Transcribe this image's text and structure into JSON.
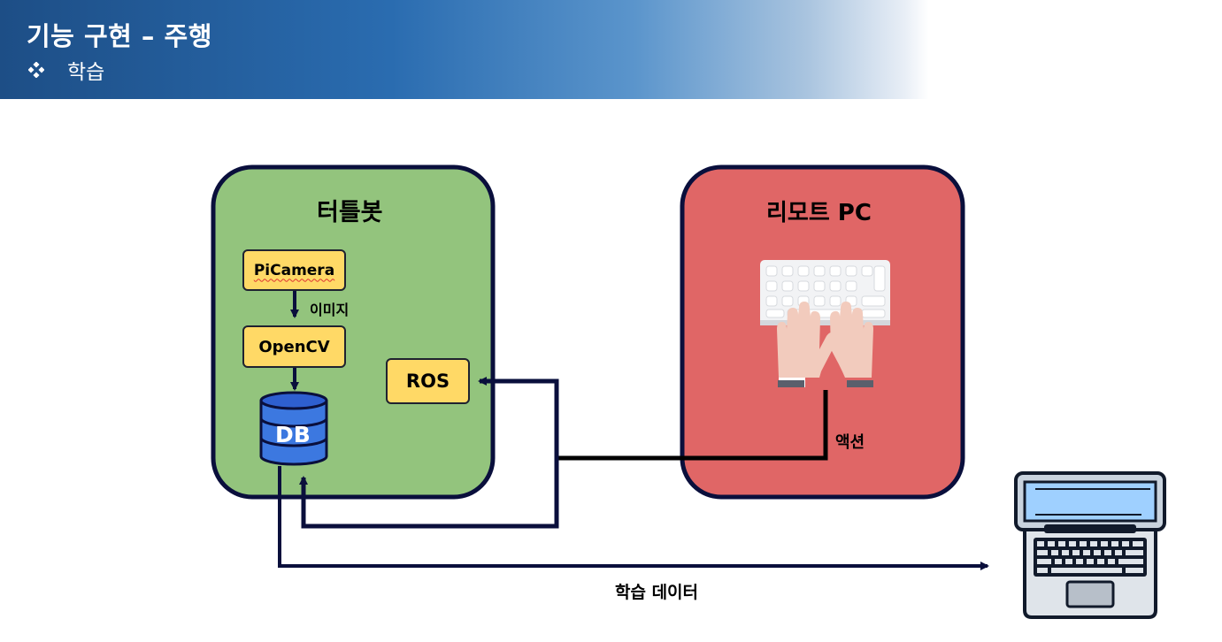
{
  "header": {
    "title": "기능 구현 – 주행",
    "subtitle": "학습"
  },
  "turtlebot": {
    "title": "터틀봇",
    "picamera": "PiCamera",
    "image_label": "이미지",
    "opencv": "OpenCV",
    "ros": "ROS",
    "db": "DB"
  },
  "remote_pc": {
    "title": "리모트 PC",
    "action_label": "액션"
  },
  "training_label": "학습 데이터",
  "colors": {
    "header_dark": "#1d4e86",
    "turtlebot_fill": "#93c47d",
    "remote_pc_fill": "#e06666",
    "box_fill": "#ffd966",
    "db_fill": "#3c78e0",
    "line": "#0a0f3c"
  },
  "icons": [
    "bullet-diamond-icon",
    "keyboard-hands-icon",
    "database-icon",
    "laptop-icon"
  ]
}
